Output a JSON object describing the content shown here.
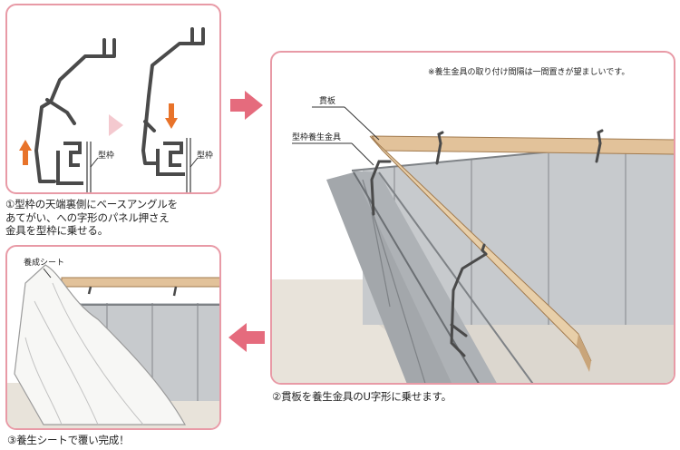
{
  "step1": {
    "caption_lines": [
      "①型枠の天端裏側にベースアングルを",
      "あてがい、への字形のパネル押さえ",
      "金具を型枠に乗せる。"
    ],
    "label_formwork_a": "型枠",
    "label_formwork_b": "型枠"
  },
  "step2": {
    "note": "※養生金具の取り付け間隔は一間置きが望ましいです。",
    "label_board": "貫板",
    "label_bracket": "型枠養生金具",
    "caption": "②貫板を養生金具のU字形に乗せます。"
  },
  "step3": {
    "label_sheet": "養成シート",
    "caption": "③養生シートで覆い完成！"
  },
  "colors": {
    "panel_border": "#e89aa6",
    "flow_arrow": "#e56b7d",
    "up_down_arrow": "#e8732a",
    "board": "#e2c29a",
    "bracket": "#4a4a4a",
    "formwork": "#b9bcc0",
    "ground": "#e8e3da"
  }
}
